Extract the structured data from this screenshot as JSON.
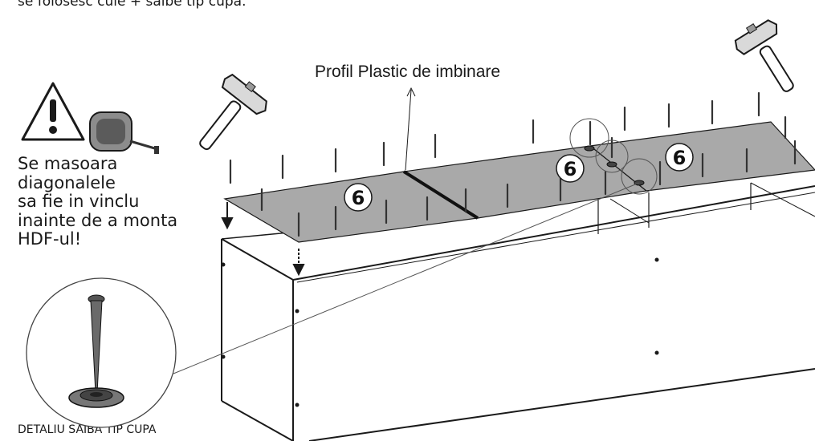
{
  "top_note": "se folosesc cuie + saibe tip cupa.",
  "callout_label": "Profil Plastic de imbinare",
  "measure_note": {
    "lines": [
      "Se masoara",
      "diagonalele",
      "sa fie in vinclu",
      "inainte de a monta",
      "HDF-ul!"
    ]
  },
  "panel_badges": [
    "6",
    "6",
    "6"
  ],
  "detail_caption": "DETALIU SAIBA TIP CUPA",
  "icons": [
    "warning-icon",
    "tape-measure-icon",
    "hammer-icon",
    "nail-icon",
    "arrow-down-icon",
    "cup-washer-icon"
  ],
  "colors": {
    "line": "#1a1a1a",
    "panel": "#a9a9a9",
    "background": "#ffffff"
  }
}
